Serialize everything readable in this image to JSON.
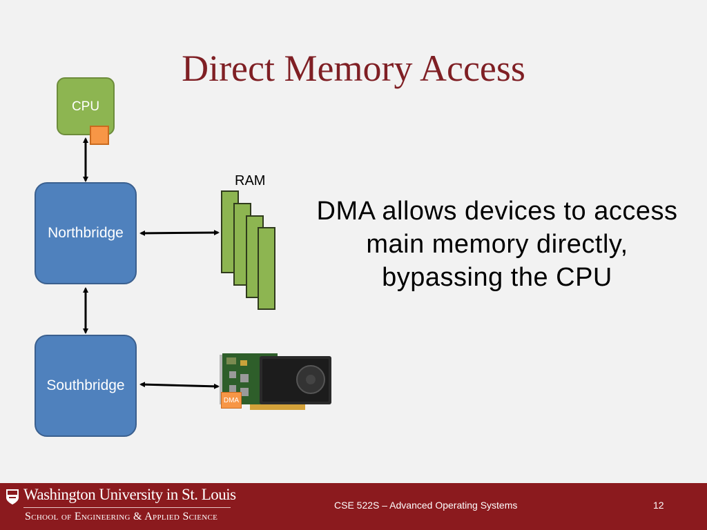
{
  "slide": {
    "title": "Direct Memory Access",
    "description": "DMA allows devices to access main memory directly, bypassing the CPU"
  },
  "diagram": {
    "cpu_label": "CPU",
    "ram_label": "RAM",
    "northbridge_label": "Northbridge",
    "southbridge_label": "Southbridge",
    "dma_label": "DMA",
    "colors": {
      "cpu": "#8db551",
      "bridge": "#4f81bd",
      "ram": "#8db551",
      "dma": "#f79646"
    }
  },
  "footer": {
    "university": "Washington University in St. Louis",
    "school": "School of Engineering & Applied Science",
    "course": "CSE 522S – Advanced Operating Systems",
    "page_number": "12",
    "color": "#8b1a1e"
  }
}
